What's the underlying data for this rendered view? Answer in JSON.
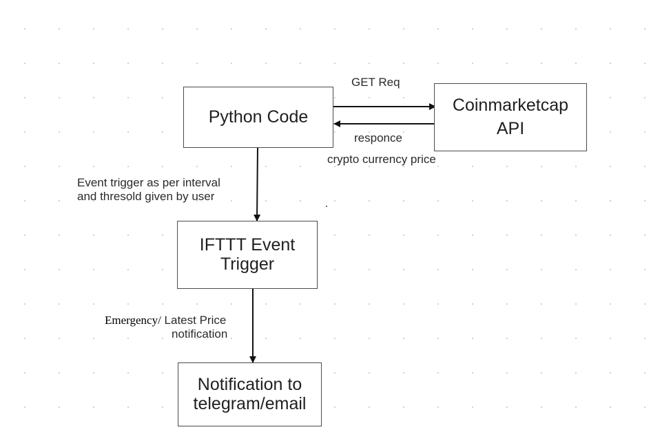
{
  "nodes": {
    "python": "Python Code",
    "coinmarketcap_line1": "Coinmarketcap",
    "coinmarketcap_line2": "API",
    "ifttt_line1": "IFTTT Event",
    "ifttt_line2": "Trigger",
    "notification_line1": "Notification to",
    "notification_line2": "telegram/email"
  },
  "edges": {
    "get_req": "GET Req",
    "responce": "responce",
    "crypto_price": "crypto currency price",
    "event_trigger_line1": "Event trigger as per interval",
    "event_trigger_line2": "and thresold given by user",
    "emergency": "Emergency/",
    "latest_price": " Latest Price",
    "notification": "notification"
  }
}
